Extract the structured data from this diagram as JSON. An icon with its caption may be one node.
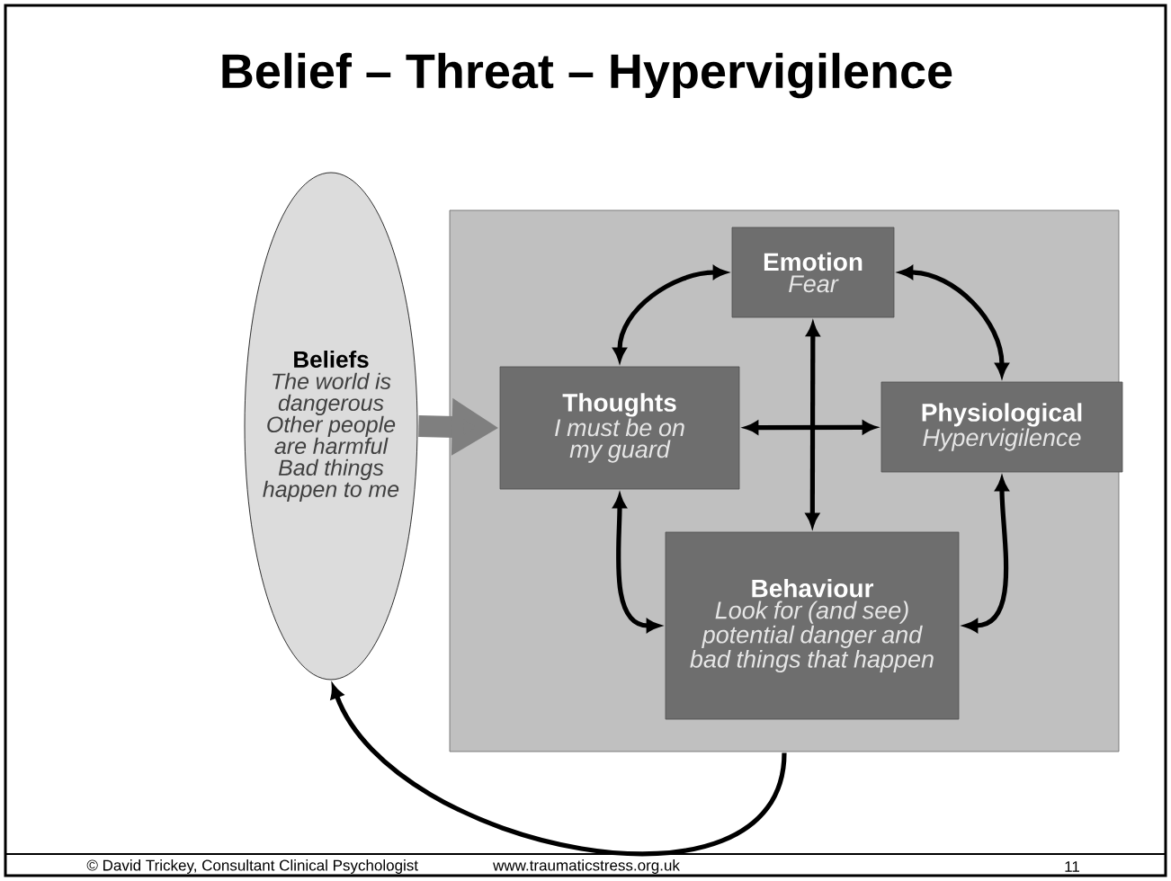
{
  "diagram": {
    "title": "Belief – Threat – Hypervigilence",
    "nodes": [
      {
        "text": [
          "Beliefs",
          "The world is dangerous Other people are harmful Bad things happen to me"
        ]
      },
      {
        "text": [],
        "shape": "box"
      },
      {
        "text": [
          "Emotion",
          "Fear"
        ],
        "in": 1
      },
      {
        "text": [
          "Thoughts",
          "I must be on my guard"
        ],
        "in": 1
      },
      {
        "text": [
          "Physiological",
          "Hypervigilence"
        ],
        "in": 1
      },
      {
        "text": [
          "Behaviour",
          "Look for (and see) potential danger and bad things that happen"
        ],
        "in": 1
      }
    ],
    "edges": [
      {
        "from": 0,
        "to": 3,
        "arrow": "to",
        "style": "thick",
        "color": "#7f7f7f"
      },
      {
        "from": 3,
        "to": 2,
        "arrow": "both"
      },
      {
        "from": 2,
        "to": 4,
        "arrow": "both"
      },
      {
        "from": 4,
        "to": 5,
        "arrow": "both"
      },
      {
        "from": 3,
        "to": 5,
        "arrow": "both"
      },
      {
        "from": 3,
        "to": 4,
        "arrow": "both"
      },
      {
        "from": 2,
        "to": 5,
        "arrow": "both"
      },
      {
        "from": 1,
        "to": 0,
        "arrow": "to"
      }
    ],
    "labels": [
      "© David Trickey, Consultant Clinical Psychologist",
      "www.traumaticstress.org.uk",
      "11"
    ]
  }
}
